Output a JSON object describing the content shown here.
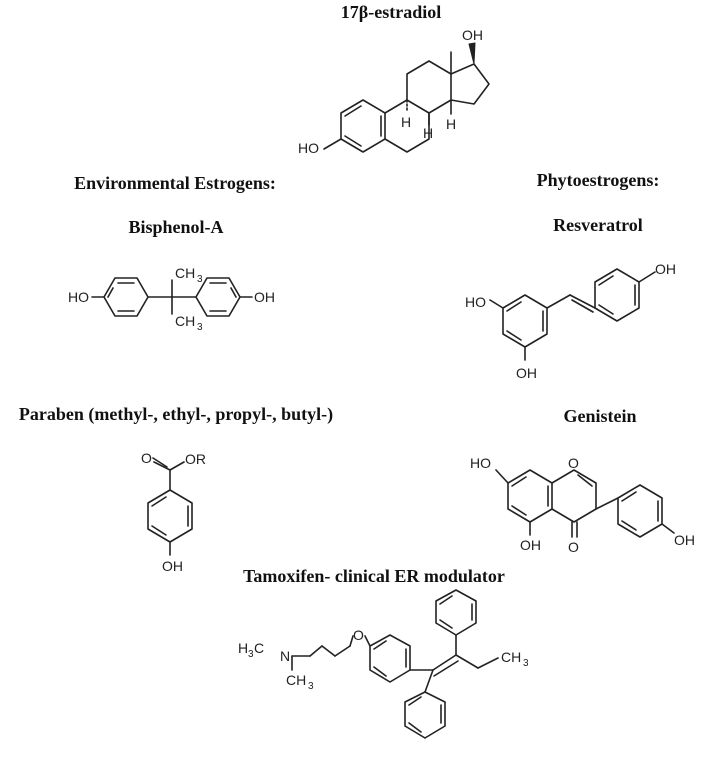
{
  "headings": {
    "estradiol": "17β-estradiol",
    "environmental": "Environmental Estrogens:",
    "phyto": "Phytoestrogens:",
    "bisphenol": "Bisphenol-A",
    "resveratrol": "Resveratrol",
    "paraben": "Paraben (methyl-, ethyl-, propyl-, butyl-)",
    "genistein": "Genistein",
    "tamoxifen": "Tamoxifen- clinical ER modulator"
  },
  "labels": {
    "oh": "OH",
    "ho": "HO",
    "h": "H",
    "ch": "CH",
    "three": "3",
    "o": "O",
    "or": "OR",
    "n": "N",
    "h3c": "H",
    "c": "C"
  }
}
